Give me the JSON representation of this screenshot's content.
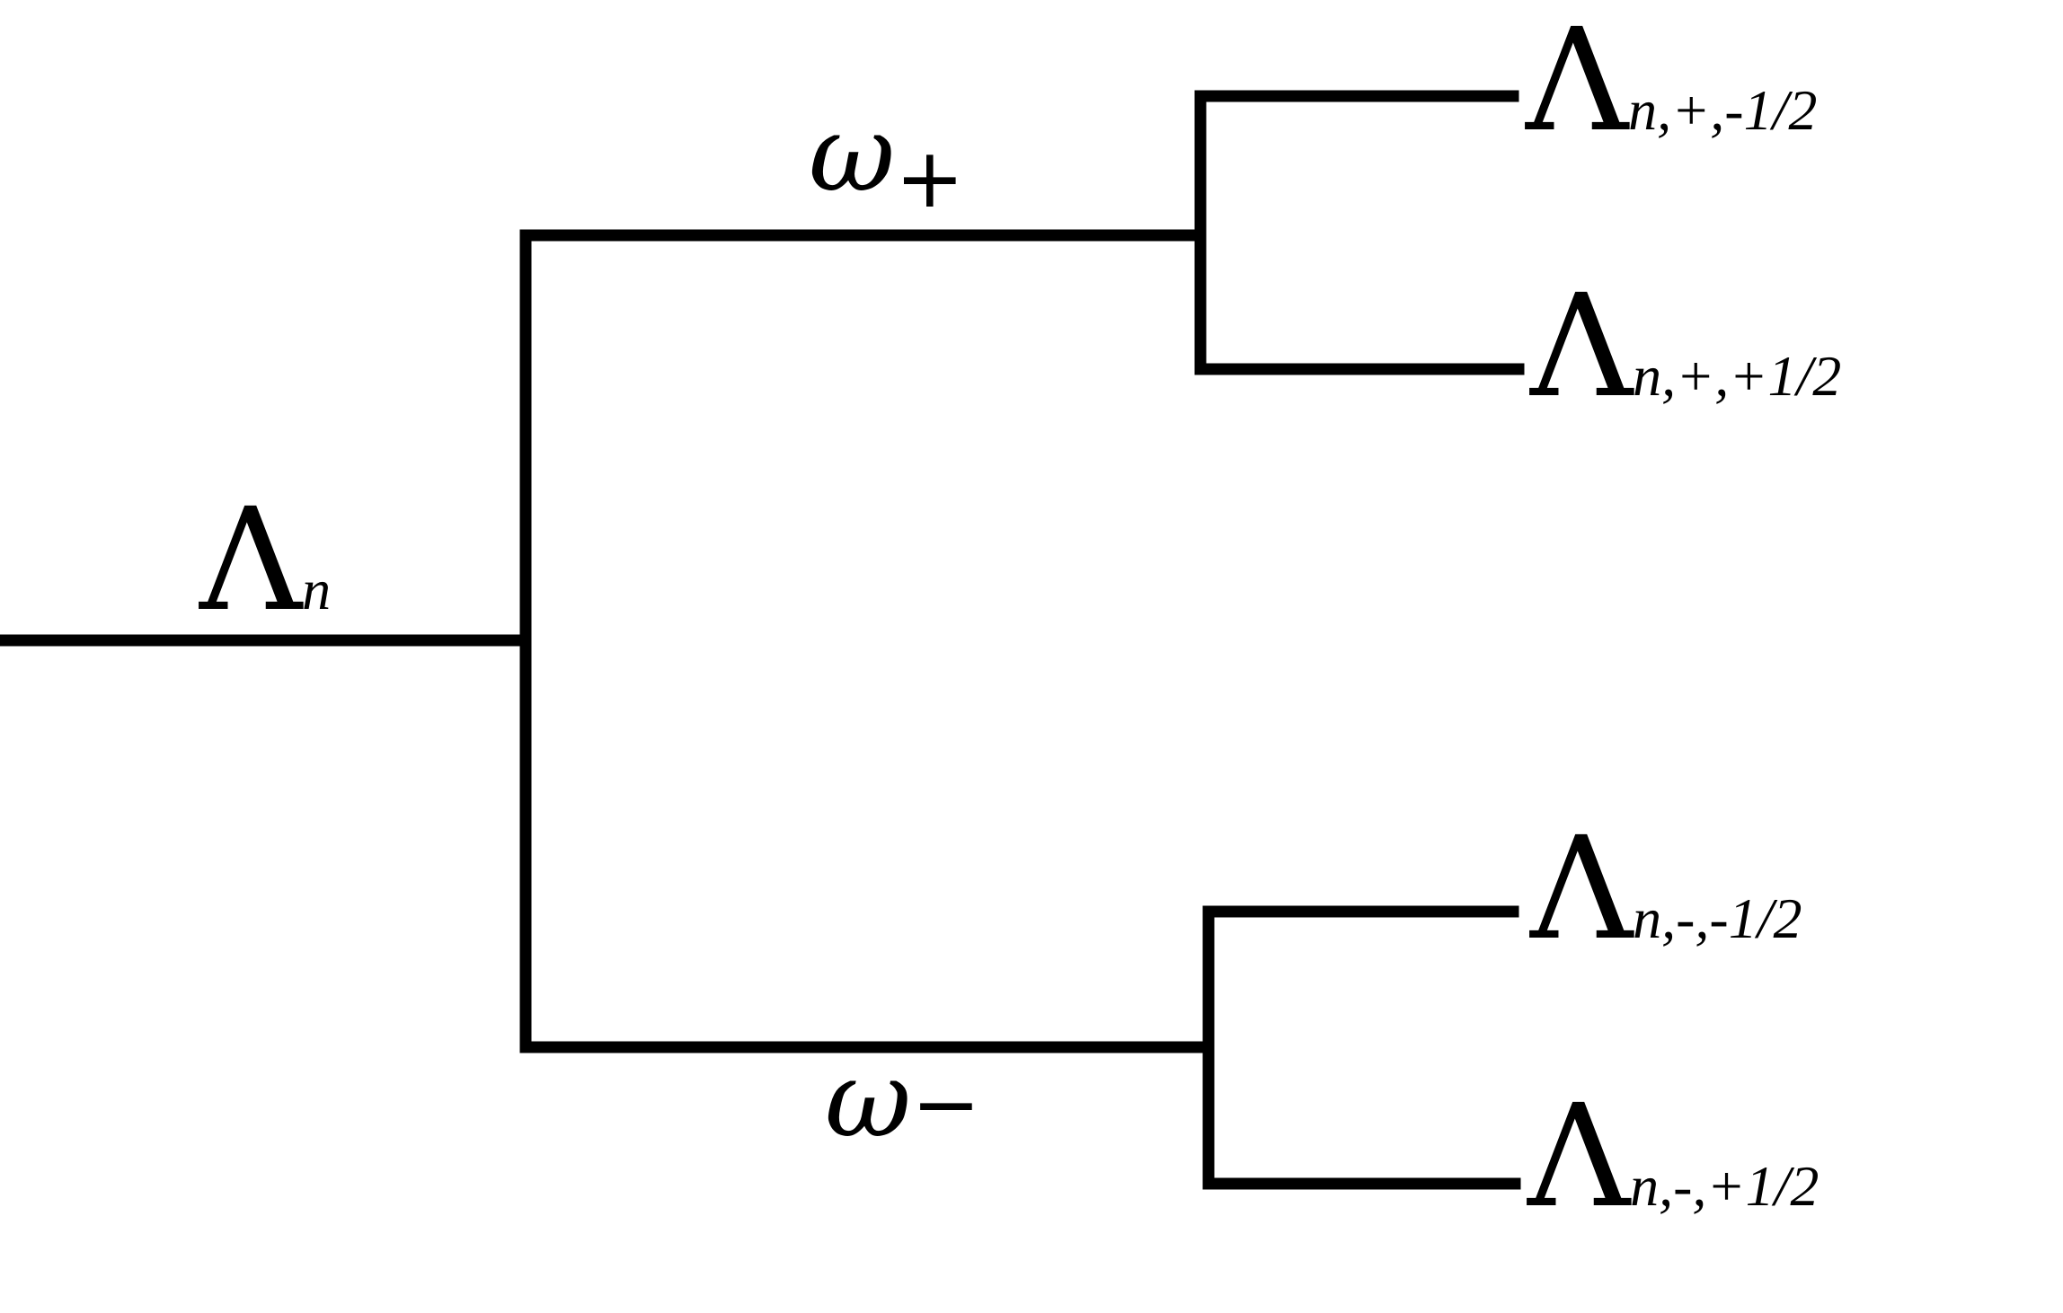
{
  "diagram": {
    "root": {
      "symbol": "Λ",
      "subscript": "n"
    },
    "branches": {
      "upper": {
        "symbol": "ω",
        "subscript": "+"
      },
      "lower": {
        "symbol": "ω",
        "subscript": "−"
      }
    },
    "leaves": [
      {
        "symbol": "Λ",
        "subscript": "n,+,-1/2"
      },
      {
        "symbol": "Λ",
        "subscript": "n,+,+1/2"
      },
      {
        "symbol": "Λ",
        "subscript": "n,-,-1/2"
      },
      {
        "symbol": "Λ",
        "subscript": "n,-,+1/2"
      }
    ]
  }
}
